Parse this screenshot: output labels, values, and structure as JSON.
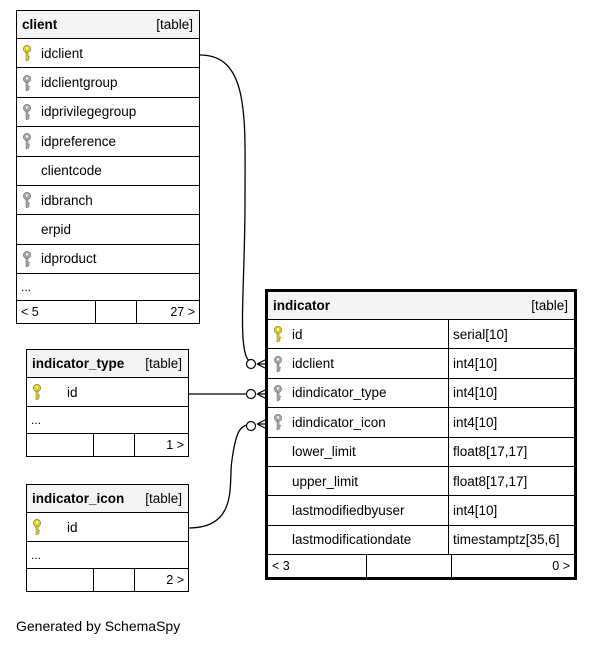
{
  "diagram": {
    "table_tag": "[table]",
    "footer_credit": "Generated by SchemaSpy",
    "key_colors": {
      "primary": "#e8d300",
      "foreign": "#a8a8a8"
    }
  },
  "client": {
    "name": "client",
    "columns": [
      {
        "name": "idclient",
        "key": "primary"
      },
      {
        "name": "idclientgroup",
        "key": "foreign"
      },
      {
        "name": "idprivilegegroup",
        "key": "foreign"
      },
      {
        "name": "idpreference",
        "key": "foreign"
      },
      {
        "name": "clientcode",
        "key": "none"
      },
      {
        "name": "idbranch",
        "key": "foreign"
      },
      {
        "name": "erpid",
        "key": "none"
      },
      {
        "name": "idproduct",
        "key": "foreign"
      }
    ],
    "ellipsis": "...",
    "parents": "< 5",
    "children": "27 >"
  },
  "indicator_type": {
    "name": "indicator_type",
    "columns": [
      {
        "name": "id",
        "key": "primary"
      }
    ],
    "ellipsis": "...",
    "parents": "",
    "children": "1 >"
  },
  "indicator_icon": {
    "name": "indicator_icon",
    "columns": [
      {
        "name": "id",
        "key": "primary"
      }
    ],
    "ellipsis": "...",
    "parents": "",
    "children": "2 >"
  },
  "indicator": {
    "name": "indicator",
    "columns": [
      {
        "name": "id",
        "type": "serial[10]",
        "key": "primary"
      },
      {
        "name": "idclient",
        "type": "int4[10]",
        "key": "foreign"
      },
      {
        "name": "idindicator_type",
        "type": "int4[10]",
        "key": "foreign"
      },
      {
        "name": "idindicator_icon",
        "type": "int4[10]",
        "key": "foreign"
      },
      {
        "name": "lower_limit",
        "type": "float8[17,17]",
        "key": "none"
      },
      {
        "name": "upper_limit",
        "type": "float8[17,17]",
        "key": "none"
      },
      {
        "name": "lastmodifiedbyuser",
        "type": "int4[10]",
        "key": "none"
      },
      {
        "name": "lastmodificationdate",
        "type": "timestamptz[35,6]",
        "key": "none"
      }
    ],
    "parents": "< 3",
    "children": "0 >"
  }
}
